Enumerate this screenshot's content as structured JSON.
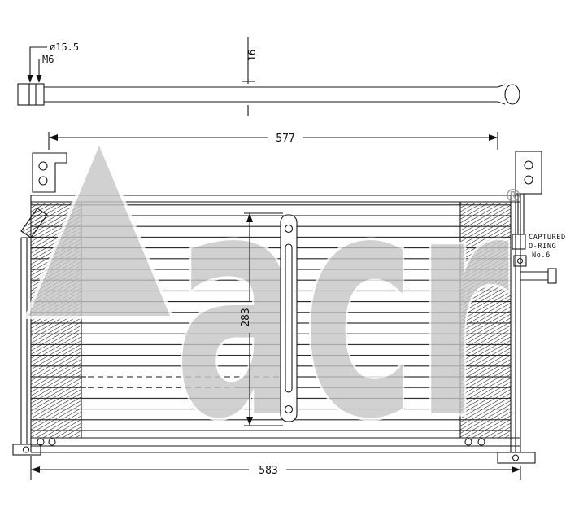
{
  "page": {
    "background": "#ffffff",
    "line_color": "#1a1a1a"
  },
  "pipe_detail": {
    "diameter_label": "ø15.5",
    "thread_label": "M6",
    "width_label": "16"
  },
  "condenser": {
    "width_top_label": "577",
    "height_label": "283",
    "width_bottom_label": "583",
    "fitting_note": {
      "line1": "CAPTURED",
      "line2": "O-RING",
      "line3": "No.6"
    }
  },
  "watermark": {
    "logo_text": "acr",
    "registered_mark": "®",
    "color": "#c6c6c6"
  }
}
